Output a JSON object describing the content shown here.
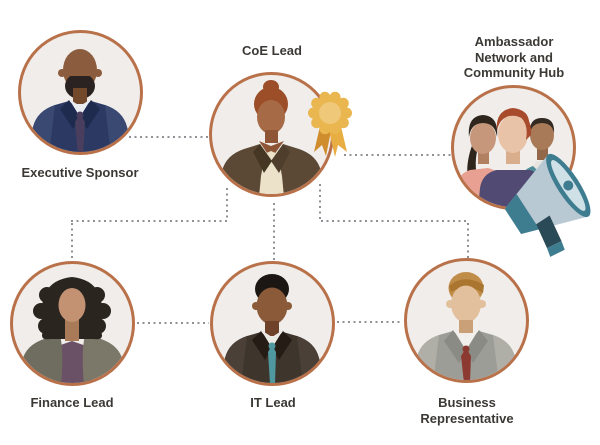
{
  "diagram": {
    "background": "#ffffff",
    "palette": {
      "circle_border": "#b9714a",
      "circle_fill": "#f0edea",
      "connector_dots": "#8e9196",
      "label_text": "#3c3935",
      "ribbon_gold": "#e9b64f",
      "megaphone_teal": "#3e7c90"
    },
    "nodes": {
      "executive_sponsor": {
        "label": "Executive Sponsor"
      },
      "coe_lead": {
        "label": "CoE Lead",
        "badge_icon": "award-ribbon-icon"
      },
      "ambassador_hub": {
        "label_lines": [
          "Ambassador",
          "Network and",
          "Community Hub"
        ],
        "icon": "megaphone-icon"
      },
      "finance_lead": {
        "label": "Finance Lead"
      },
      "it_lead": {
        "label": "IT Lead"
      },
      "business_representative": {
        "label_lines": [
          "Business",
          "Representative"
        ]
      }
    }
  }
}
